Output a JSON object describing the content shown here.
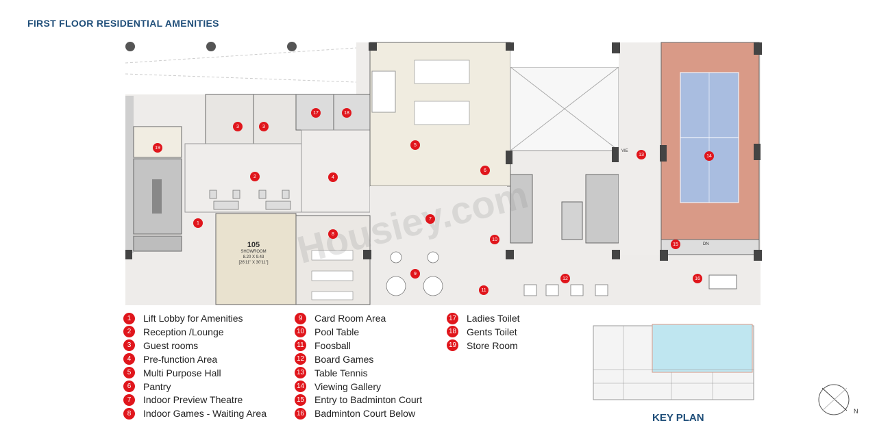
{
  "title": "FIRST FLOOR RESIDENTIAL AMENITIES",
  "key_plan_label": "KEY PLAN",
  "showroom": {
    "number": "105",
    "name": "SHOWROOM",
    "dims1": "8.20 X 9.43",
    "dims2": "[26'11\" X 30'11\"]"
  },
  "north_label": "N",
  "dn_label": "DN",
  "vie_label": "VIE",
  "watermark": "Housiey.com",
  "colors": {
    "marker": "#e0161c",
    "title": "#1f4e79",
    "court_outer": "#d99a87",
    "court_inner": "#a9bde0",
    "floor": "#eeecea",
    "showroom": "#e9e2cf"
  },
  "legend": [
    {
      "num": "1",
      "label": "Lift Lobby for Amenities"
    },
    {
      "num": "2",
      "label": "Reception /Lounge"
    },
    {
      "num": "3",
      "label": "Guest rooms"
    },
    {
      "num": "4",
      "label": "Pre-function Area"
    },
    {
      "num": "5",
      "label": "Multi Purpose Hall"
    },
    {
      "num": "6",
      "label": "Pantry"
    },
    {
      "num": "7",
      "label": "Indoor Preview Theatre"
    },
    {
      "num": "8",
      "label": "Indoor Games - Waiting Area"
    },
    {
      "num": "9",
      "label": "Card Room Area"
    },
    {
      "num": "10",
      "label": "Pool Table"
    },
    {
      "num": "11",
      "label": "Foosball"
    },
    {
      "num": "12",
      "label": "Board Games"
    },
    {
      "num": "13",
      "label": "Table Tennis"
    },
    {
      "num": "14",
      "label": "Viewing Gallery"
    },
    {
      "num": "15",
      "label": "Entry to Badminton Court"
    },
    {
      "num": "16",
      "label": "Badminton Court  Below"
    },
    {
      "num": "17",
      "label": "Ladies Toilet"
    },
    {
      "num": "18",
      "label": "Gents Toilet"
    },
    {
      "num": "19",
      "label": "Store Room"
    }
  ],
  "markers": [
    "1",
    "2",
    "3",
    "3",
    "4",
    "5",
    "6",
    "7",
    "8",
    "9",
    "10",
    "11",
    "12",
    "13",
    "14",
    "15",
    "16",
    "17",
    "18",
    "19"
  ]
}
